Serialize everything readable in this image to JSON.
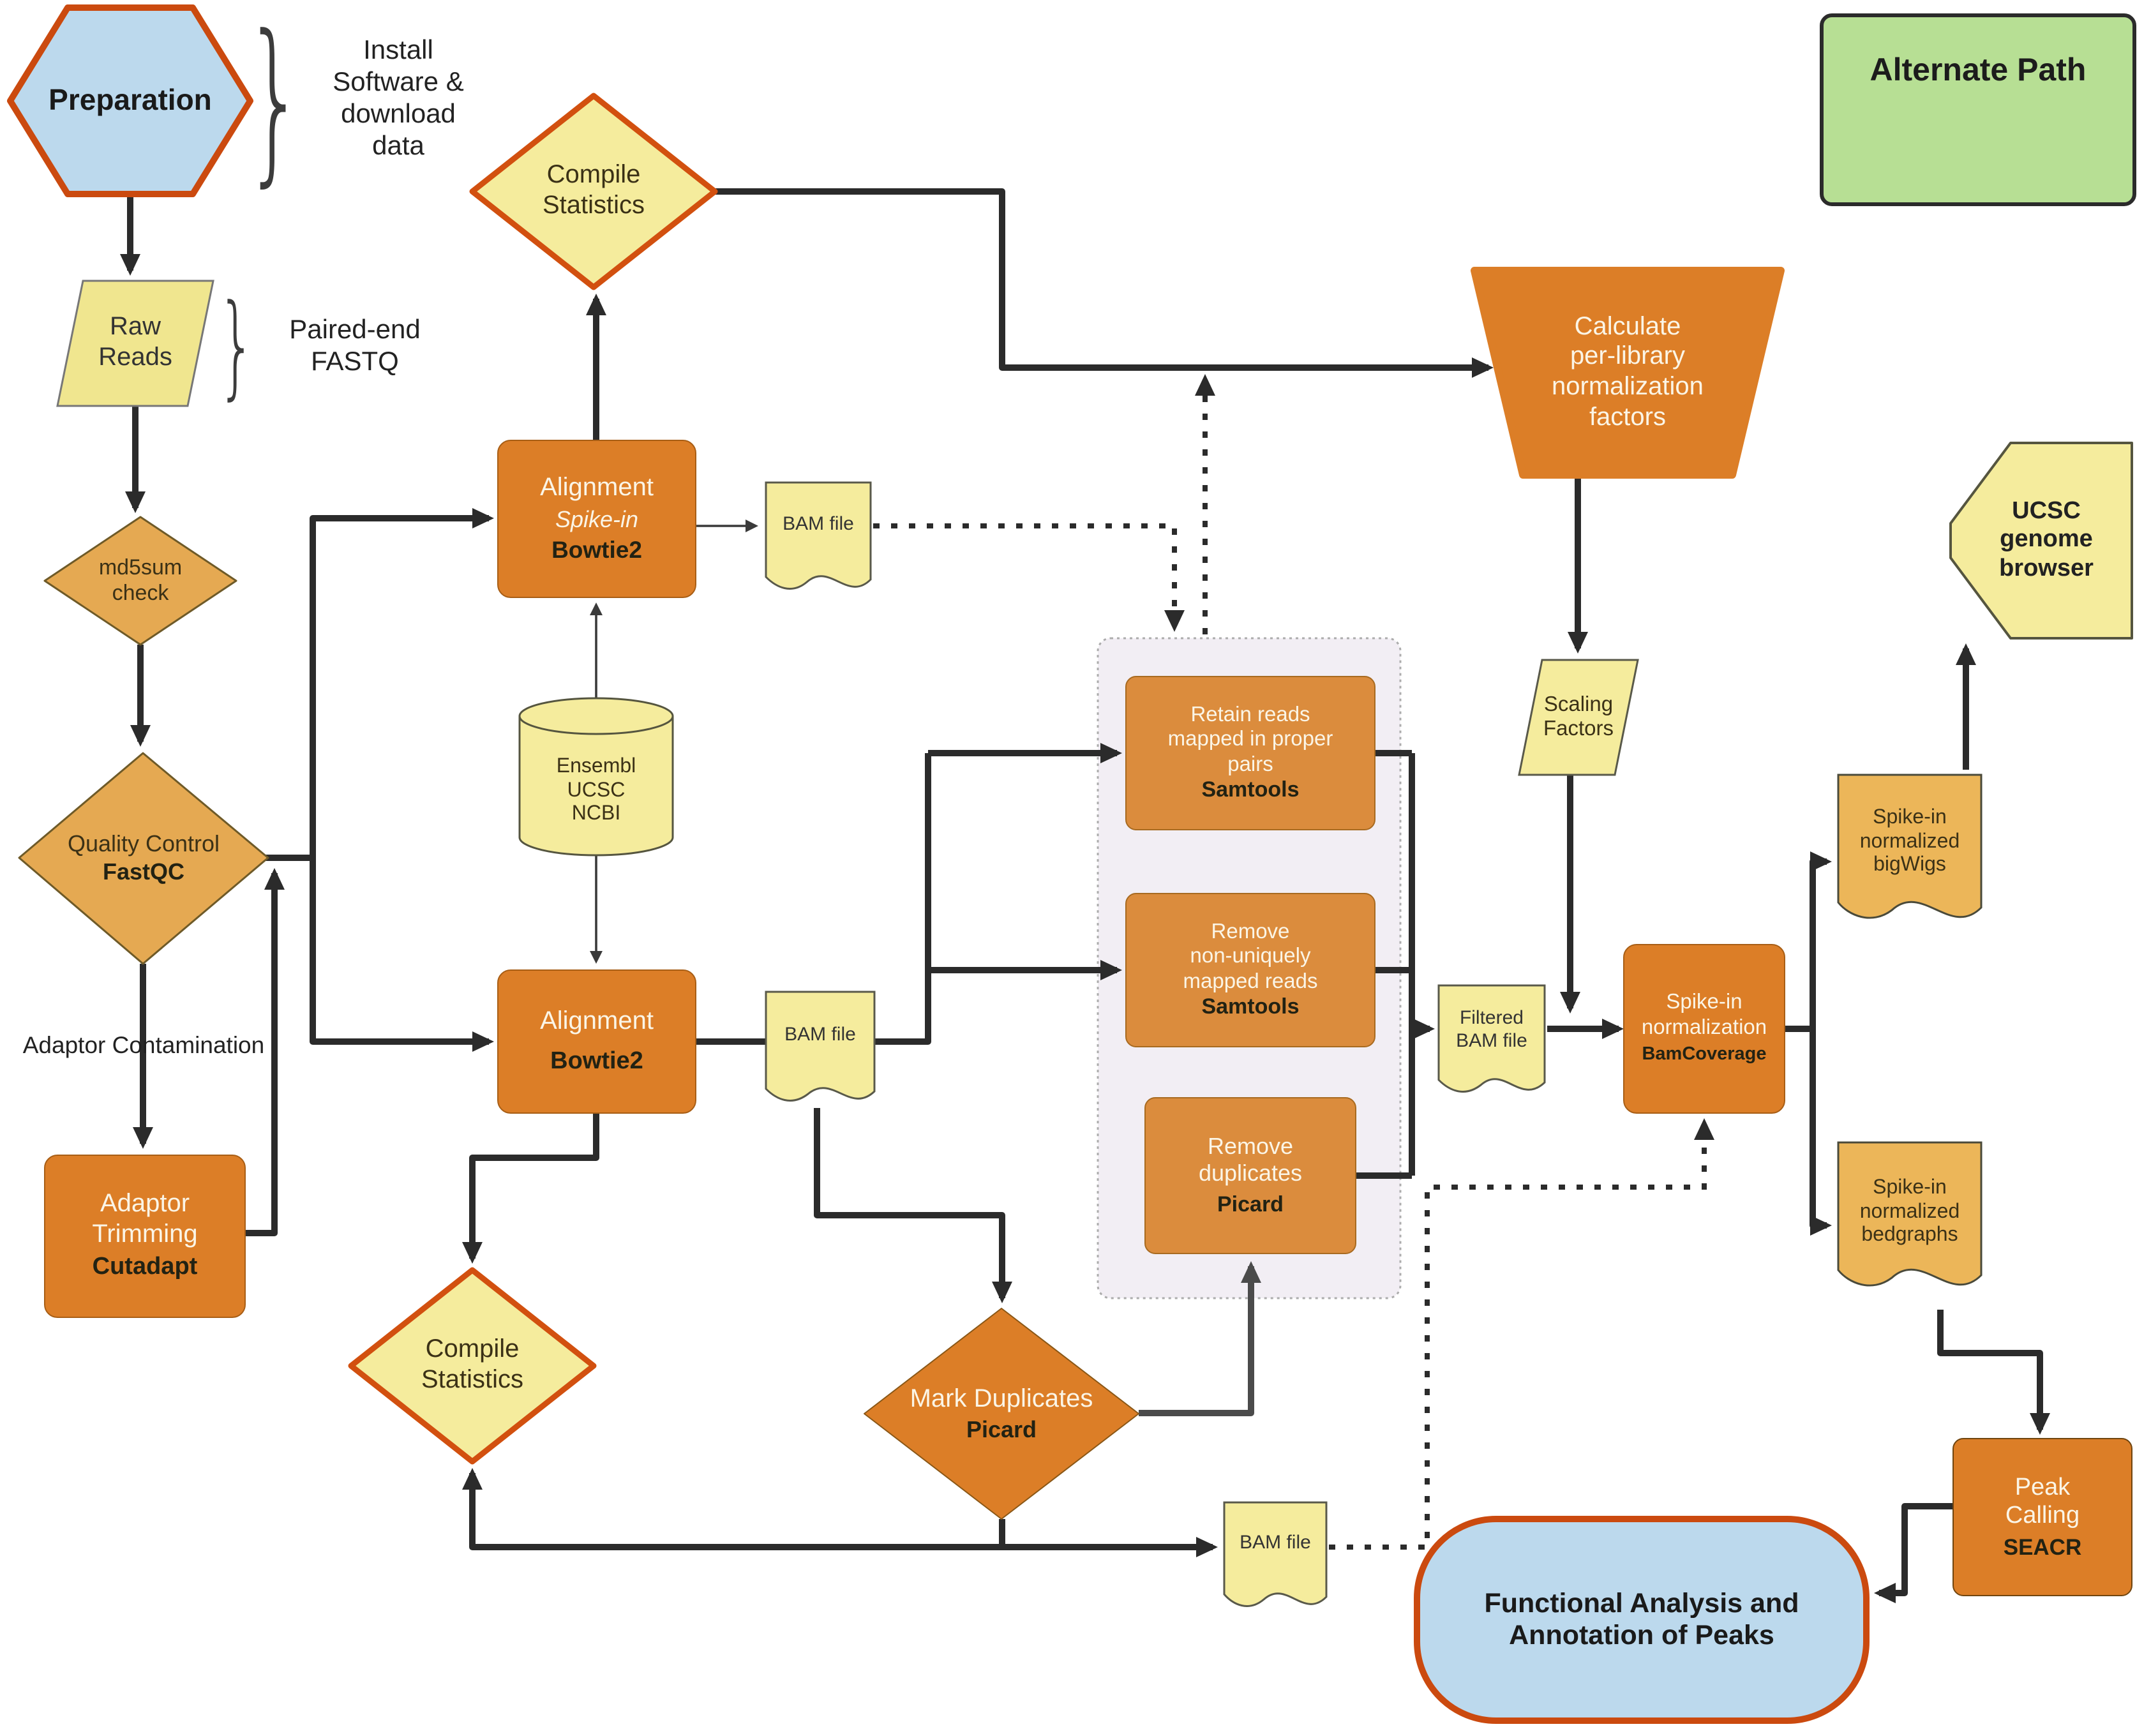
{
  "figure": {
    "type": "flowchart",
    "description": "Sequencing data processing pipeline with spike-in normalization"
  },
  "legend": {
    "label": "Alternate Path"
  },
  "annotations": {
    "brace": "}",
    "install_note": "Install\nSoftware &\ndownload\ndata",
    "paired_end_note": "Paired-end\nFASTQ",
    "adaptor_contamination_label": "Adaptor Contamination"
  },
  "nodes": {
    "preparation": {
      "label": "Preparation"
    },
    "raw_reads": {
      "label": "Raw\nReads"
    },
    "md5sum_check": {
      "label": "md5sum\ncheck"
    },
    "quality_control": {
      "title": "Quality Control",
      "tool": "FastQC"
    },
    "adaptor_trimming": {
      "title": "Adaptor\nTrimming",
      "tool": "Cutadapt"
    },
    "compile_statistics_top": {
      "label": "Compile\nStatistics"
    },
    "compile_statistics_bottom": {
      "label": "Compile\nStatistics"
    },
    "alignment_spike_in": {
      "title": "Alignment",
      "subtitle": "Spike-in",
      "tool": "Bowtie2"
    },
    "alignment": {
      "title": "Alignment",
      "tool": "Bowtie2"
    },
    "bam_file_spike_in": {
      "label": "BAM file"
    },
    "bam_file_aligned": {
      "label": "BAM file"
    },
    "bam_file_marked": {
      "label": "BAM file"
    },
    "reference_databases": {
      "label": "Ensembl\nUCSC\nNCBI"
    },
    "retain_proper_pairs": {
      "title": "Retain reads\nmapped in proper\npairs",
      "tool": "Samtools"
    },
    "remove_non_unique": {
      "title": "Remove\nnon-uniquely\nmapped reads",
      "tool": "Samtools"
    },
    "remove_duplicates": {
      "title": "Remove\nduplicates",
      "tool": "Picard"
    },
    "mark_duplicates": {
      "title": "Mark Duplicates",
      "tool": "Picard"
    },
    "calculate_normalization": {
      "label": "Calculate\nper-library\nnormalization\nfactors"
    },
    "scaling_factors": {
      "label": "Scaling\nFactors"
    },
    "filtered_bam_file": {
      "label": "Filtered\nBAM file"
    },
    "spike_in_normalization": {
      "title": "Spike-in\nnormalization",
      "tool": "BamCoverage"
    },
    "ucsc_genome_browser": {
      "label": "UCSC\ngenome\nbrowser"
    },
    "spike_in_bigwigs": {
      "label": "Spike-in\nnormalized\nbigWigs"
    },
    "spike_in_bedgraphs": {
      "label": "Spike-in\nnormalized\nbedgraphs"
    },
    "peak_calling": {
      "title": "Peak\nCalling",
      "tool": "SEACR"
    },
    "functional_analysis": {
      "label": "Functional Analysis and\nAnnotation of Peaks"
    }
  },
  "colors": {
    "accent_border": "#CB4A0F",
    "process_orange": "#DC7E27",
    "process_orange_light": "#DB8C3D",
    "decision_tan": "#E5A952",
    "data_yellow": "#F5EC9D",
    "data_yellow_dark": "#ECB659",
    "terminal_blue": "#BCD9ED",
    "legend_green": "#B7DF94",
    "filter_container": "#F2EEF4",
    "connector": "#2B2B2B"
  }
}
